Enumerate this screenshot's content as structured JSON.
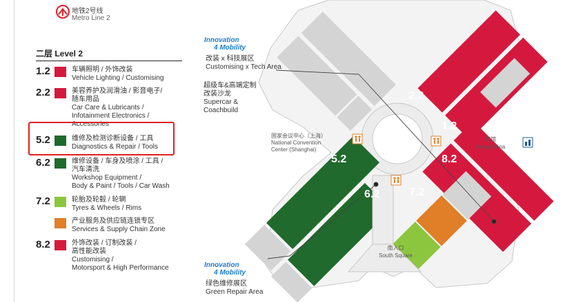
{
  "metro": {
    "name_cn": "地铁2号线",
    "name_en": "Metro Line 2"
  },
  "legend": {
    "title": "二层 Level 2",
    "rows": [
      {
        "num": "1.2",
        "color": "#d5193e",
        "lines": [
          "车辆照明 / 外饰改装",
          "Vehicle Lighting / Customising"
        ]
      },
      {
        "num": "2.2",
        "color": "#d5193e",
        "lines": [
          "美容养护及润滑油 / 影音电子/",
          "随车用品",
          "Car Care & Lubricants /",
          "Infotainment Electronics /",
          "Accessories"
        ]
      },
      {
        "num": "5.2",
        "color": "#1f6a2c",
        "lines": [
          "维修及检测诊断设备 / 工具",
          "Diagnostics & Repair / Tools"
        ]
      },
      {
        "num": "6.2",
        "color": "#1f6a2c",
        "lines": [
          "维修设备 / 车身及喷涂 / 工具 /",
          "汽车清洗",
          "Workshop Equipment /",
          "Body & Paint / Tools / Car Wash"
        ]
      },
      {
        "num": "7.2",
        "color": "#8cc63e",
        "lines": [
          "轮胎及轮毂 / 轮辋",
          "Tyres & Wheels / Rims"
        ]
      },
      {
        "num": "",
        "color": "#e07f27",
        "lines": [
          "产业服务及供应链连锁专区",
          "Services & Supply Chain Zone"
        ]
      },
      {
        "num": "8.2",
        "color": "#d5193e",
        "lines": [
          "外饰改装 / 订制改装 /",
          "高性能改装",
          "Customising /",
          "Motorsport & High Performance"
        ]
      }
    ]
  },
  "map": {
    "innovation_top": {
      "line1": "Innovation",
      "line2": "4 Mobility",
      "cn": "改装 x 科技展区",
      "en": "Customising x Tech Area"
    },
    "supercar": {
      "cn1": "超级车&高端定制",
      "cn2": "改装沙龙",
      "en1": "Supercar &",
      "en2": "Coachbuild"
    },
    "nc": {
      "cn": "国家会议中心（上海）",
      "en1": "National Convention",
      "en2": "Center (Shanghai)"
    },
    "hongqiao": {
      "cn": "虹馆",
      "en": "Hong Arena"
    },
    "south": {
      "cn": "南入口",
      "en": "South Square"
    },
    "innovation_bottom": {
      "line1": "Innovation",
      "line2": "4 Mobility",
      "cn": "绿色维修展区",
      "en": "Green Repair Area"
    },
    "halls": {
      "h22": "2.2",
      "h12": "1.2",
      "h52": "5.2",
      "h82": "8.2",
      "h62": "6.2",
      "h72": "7.2"
    },
    "colors": {
      "red": "#d5193e",
      "dark_green": "#1f6a2c",
      "light_green": "#8cc63e",
      "orange": "#e07f27",
      "grey": "#d4d4d4",
      "plaza": "#ececec"
    }
  }
}
